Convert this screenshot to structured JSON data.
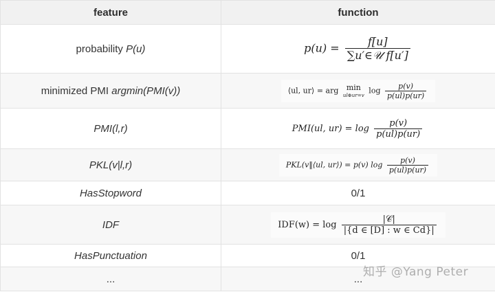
{
  "table": {
    "headers": [
      "feature",
      "function"
    ],
    "rows": [
      {
        "feature_prefix": "probability ",
        "feature_italic": "P(u)",
        "formula": {
          "lhs": "p(u) =",
          "num": "f[u]",
          "den": "∑u′∈𝒰 f[u′]"
        }
      },
      {
        "feature_prefix": "minimized PMI ",
        "feature_italic": "argmin(PMI(v))",
        "formula": {
          "lhs": "⟨ul, ur⟩ = arg",
          "op": "min",
          "op_sub": "ul⊕ur=v",
          "log": "log",
          "num": "p(v)",
          "den": "p(ul)p(ur)"
        }
      },
      {
        "feature_italic": "PMI(l,r)",
        "formula": {
          "lhs": "PMI(ul, ur) = log",
          "num": "p(v)",
          "den": "p(ul)p(ur)"
        }
      },
      {
        "feature_italic": "PKL(v|l,r)",
        "formula": {
          "lhs": "PKL(v‖⟨ul, ur⟩) = p(v) log",
          "num": "p(v)",
          "den": "p(ul)p(ur)"
        }
      },
      {
        "feature_italic": "HasStopword",
        "value": "0/1"
      },
      {
        "feature_italic": "IDF",
        "formula": {
          "lhs": "IDF(w) = log",
          "num": "|𝒞|",
          "den": "|{d ∈ [D] : w ∈ Cd}|"
        }
      },
      {
        "feature_italic": "HasPunctuation",
        "value": "0/1"
      },
      {
        "feature_plain": "...",
        "value": "..."
      }
    ]
  },
  "watermark": "知乎 @Yang Peter"
}
